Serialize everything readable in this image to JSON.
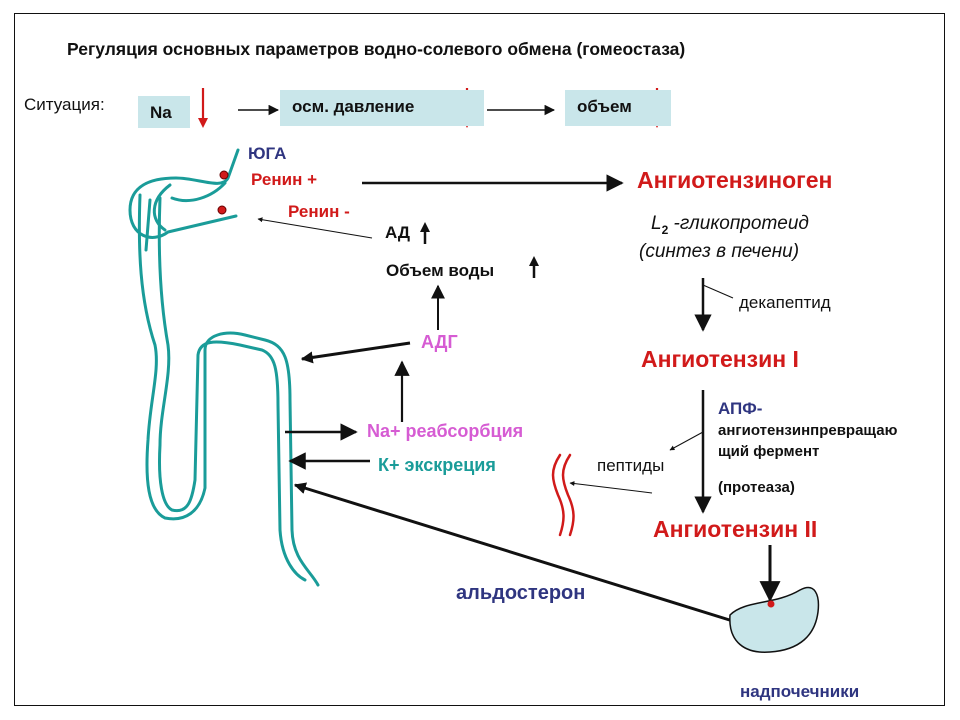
{
  "title": "Регуляция основных параметров водно-солевого обмена (гомеостаза)",
  "situation": {
    "label": "Ситуация:",
    "box1": "Na",
    "box2": "осм. давление",
    "box3": "объем"
  },
  "kidney": {
    "yuga": "ЮГА",
    "renin_plus": "Ренин +",
    "renin_minus": "Ренин -"
  },
  "center": {
    "ad": "АД",
    "volume": "Объем воды",
    "adh": "АДГ",
    "na": "Na+ реабсорбция",
    "k": "К+ экскреция"
  },
  "right": {
    "angiotensinogen": "Ангиотензиноген",
    "glyco_sub": "2",
    "glyco": "-гликопротеид",
    "synthesis": "(синтез в печени)",
    "decapeptide": "декапептид",
    "ang1": "Ангиотензин I",
    "apf": "АПФ-",
    "apf_line1": "ангиотензинпревращаю",
    "apf_line2": "щий фермент",
    "protease": "(протеаза)",
    "peptides": "пептиды",
    "ang2": "Ангиотензин II"
  },
  "bottom": {
    "aldosterone": "альдостерон",
    "adrenals": "надпочечники"
  },
  "colors": {
    "teal": "#1a9c99",
    "red": "#d11a1a",
    "box": "#c9e6ea",
    "navy": "#2f3580",
    "pink": "#d65cd3"
  }
}
